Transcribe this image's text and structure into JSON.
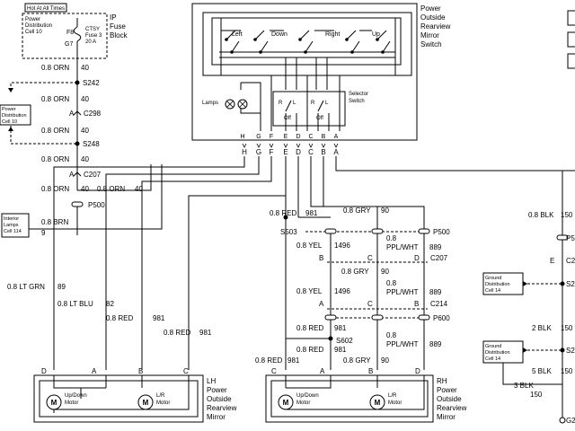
{
  "fuse_block": {
    "hot_label": "Hot At All Times",
    "power_dist_1": "Power",
    "power_dist_2": "Distribution",
    "power_dist_3": "Cell 10",
    "pin_f8": "F8",
    "pin_g7": "G7",
    "fuse_1": "CTSY",
    "fuse_2": "Fuse 3",
    "fuse_3": "20 A",
    "title_1": "IP",
    "title_2": "Fuse",
    "title_3": "Block"
  },
  "switch": {
    "title_1": "Power",
    "title_2": "Outside",
    "title_3": "Rearview",
    "title_4": "Mirror",
    "title_5": "Switch",
    "dir_left": "Left",
    "dir_down": "Down",
    "dir_right": "Right",
    "dir_up": "Up",
    "lamps": "Lamps",
    "selector_1": "Selector",
    "selector_2": "Switch",
    "sel_r1": "R",
    "sel_l1": "L",
    "sel_off1": "Off",
    "sel_r2": "R",
    "sel_l2": "L",
    "sel_off2": "Off",
    "pins_top": [
      "H",
      "G",
      "F",
      "E",
      "D",
      "C",
      "B",
      "A"
    ],
    "pins_bottom": [
      "H",
      "G",
      "F",
      "E",
      "D",
      "C",
      "B",
      "A"
    ]
  },
  "left_wiring": {
    "w_orn1": "0.8 ORN",
    "n_orn1": "40",
    "s242": "S242",
    "w_orn2": "0.8 ORN",
    "n_orn2": "40",
    "pd_1": "Power",
    "pd_2": "Distribution",
    "pd_3": "Cell 10",
    "c298_a": "A",
    "c298": "C298",
    "w_orn3": "0.8 ORN",
    "n_orn3": "40",
    "s248": "S248",
    "w_orn4": "0.8 ORN",
    "n_orn4": "40",
    "c207_a": "A",
    "c207": "C207",
    "w_orn5": "0.8 ORN",
    "n_orn5": "40",
    "w_orn6": "0.8 ORN",
    "n_orn6": "40",
    "p500": "P500",
    "il_1": "Interior",
    "il_2": "Lamps",
    "il_3": "Cell 114",
    "w_brn": "0.8 BRN",
    "n_brn": "9"
  },
  "lh_mirror": {
    "w_ltgrn": "0.8 LT GRN",
    "n_ltgrn": "89",
    "w_ltblu": "0.8 LT BLU",
    "n_ltblu": "82",
    "w_red1": "0.8 RED",
    "n_red1": "981",
    "w_red2": "0.8 RED",
    "n_red2": "981",
    "pin_d": "D",
    "pin_a": "A",
    "pin_b": "B",
    "pin_c": "C",
    "m1": "M",
    "m1_l1": "Up/Down",
    "m1_l2": "Motor",
    "m2": "M",
    "m2_l1": "L/R",
    "m2_l2": "Motor",
    "title_1": "LH",
    "title_2": "Power",
    "title_3": "Outside",
    "title_4": "Rearview",
    "title_5": "Mirror"
  },
  "rh_wiring": {
    "w_red_top": "0.8 RED",
    "n_red_top": "981",
    "w_gry_top": "0.8 GRY",
    "n_gry_top": "90",
    "s503": "S503",
    "p500": "P500",
    "w_yel1": "0.8 YEL",
    "n_yel1": "1496",
    "w_ppl1a": "0.8",
    "w_ppl1b": "PPL/WHT",
    "n_ppl1": "889",
    "c207_b": "B",
    "c207_c": "C",
    "c207_d": "D",
    "c207": "C207",
    "w_gry2": "0.8 GRY",
    "n_gry2": "90",
    "w_yel2": "0.8 YEL",
    "n_yel2": "1496",
    "w_ppl2a": "0.8",
    "w_ppl2b": "PPL/WHT",
    "n_ppl2": "889",
    "c214_a": "A",
    "c214_c": "C",
    "c214_b": "B",
    "c214": "C214",
    "p600": "P600",
    "w_red3": "0.8 RED",
    "n_red3": "981",
    "s602": "S602",
    "w_red4": "0.8 RED",
    "n_red4": "981",
    "w_ppl3a": "0.8",
    "w_ppl3b": "PPL/WHT",
    "n_ppl3": "889",
    "w_red5": "0.8 RED",
    "n_red5": "981",
    "w_gry3": "0.8 GRY",
    "n_gry3": "90"
  },
  "rh_mirror": {
    "pin_c": "C",
    "pin_a": "A",
    "pin_b": "B",
    "pin_d": "D",
    "m1": "M",
    "m1_l1": "Up/Down",
    "m1_l2": "Motor",
    "m2": "M",
    "m2_l1": "L/R",
    "m2_l2": "Motor",
    "title_1": "RH",
    "title_2": "Power",
    "title_3": "Outside",
    "title_4": "Rearview",
    "title_5": "Mirror"
  },
  "ground": {
    "w_blk1": "0.8 BLK",
    "n_blk1": "150",
    "p_partial": "P5",
    "e": "E",
    "c2_partial": "C2",
    "s_partial1": "S2",
    "gd1_1": "Ground",
    "gd1_2": "Distribution",
    "gd1_3": "Cell 14",
    "w_blk2": "2 BLK",
    "n_blk2": "150",
    "gd2_1": "Ground",
    "gd2_2": "Distribution",
    "gd2_3": "Cell 14",
    "s_partial2": "S2",
    "w_blk3": "5 BLK",
    "n_blk3": "150",
    "w_blk4": "3 BLK",
    "n_blk4": "150",
    "g_partial": "G2"
  }
}
